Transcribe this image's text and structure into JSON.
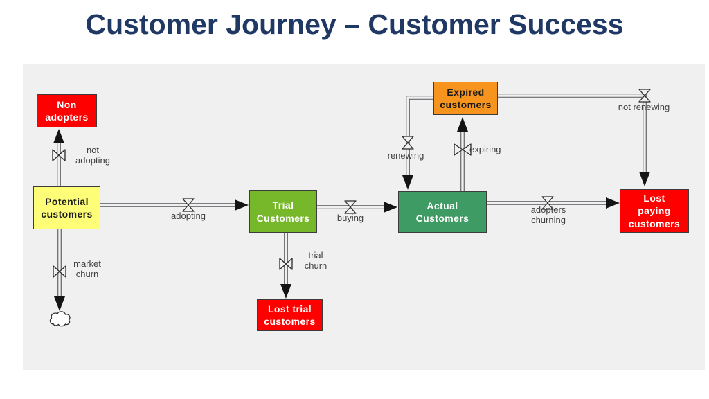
{
  "title": "Customer Journey – Customer Success",
  "colors": {
    "title_text": "#1F3864",
    "panel_background": "#F0F0F1",
    "flow_line": "#55565B",
    "flow_label_text": "#3F3F3F",
    "stock_red": "#FF0000",
    "stock_yellow": "#FDFD77",
    "stock_light_green": "#76B82A",
    "stock_green": "#3E9B63",
    "stock_orange": "#F7941D"
  },
  "diagram": {
    "stocks": [
      {
        "id": "non-adopters",
        "label": "Non adopters",
        "bg": "#FF0000",
        "fg": "#FFFFFF"
      },
      {
        "id": "potential-customers",
        "label": "Potential customers",
        "bg": "#FDFD77",
        "fg": "#1A1A1A"
      },
      {
        "id": "trial-customers",
        "label": "Trial Customers",
        "bg": "#76B82A",
        "fg": "#FFFFFF"
      },
      {
        "id": "actual-customers",
        "label": "Actual Customers",
        "bg": "#3E9B63",
        "fg": "#FFFFFF"
      },
      {
        "id": "expired-customers",
        "label": "Expired customers",
        "bg": "#F7941D",
        "fg": "#1A1A1A"
      },
      {
        "id": "lost-paying-customers",
        "label": "Lost paying customers",
        "bg": "#FF0000",
        "fg": "#FFFFFF"
      },
      {
        "id": "lost-trial-customers",
        "label": "Lost trial customers",
        "bg": "#FF0000",
        "fg": "#FFFFFF"
      }
    ],
    "flows": [
      {
        "id": "not-adopting",
        "label": "not adopting",
        "from": "Potential customers",
        "to": "Non adopters"
      },
      {
        "id": "adopting",
        "label": "adopting",
        "from": "Potential customers",
        "to": "Trial Customers"
      },
      {
        "id": "market-churn",
        "label": "market churn",
        "from": "Potential customers",
        "to": "cloud-sink"
      },
      {
        "id": "trial-churn",
        "label": "trial churn",
        "from": "Trial Customers",
        "to": "Lost trial customers"
      },
      {
        "id": "buying",
        "label": "buying",
        "from": "Trial Customers",
        "to": "Actual Customers"
      },
      {
        "id": "renewing",
        "label": "renewing",
        "from": "Expired customers",
        "to": "Actual Customers"
      },
      {
        "id": "expiring",
        "label": "expiring",
        "from": "Actual Customers",
        "to": "Expired customers"
      },
      {
        "id": "adopters-churning",
        "label": "adopters churning",
        "from": "Actual Customers",
        "to": "Lost paying customers"
      },
      {
        "id": "not-renewing",
        "label": "not renewing",
        "from": "Expired customers",
        "to": "Lost paying customers"
      }
    ]
  }
}
